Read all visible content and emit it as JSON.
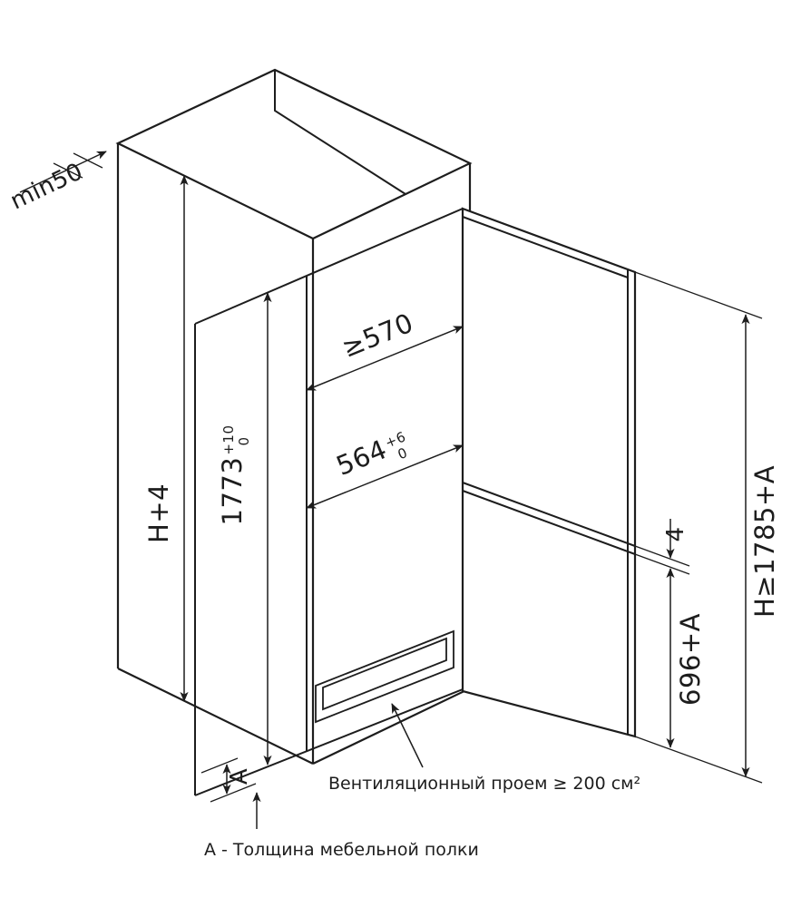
{
  "colors": {
    "line": "#1d1d1d",
    "background": "#ffffff"
  },
  "labels": {
    "min_gap": "min50",
    "niche_width": "≥570",
    "recess_width": {
      "value": "564",
      "sup": "+6",
      "sub": "0"
    },
    "niche_height": {
      "value": "1773",
      "sup": "+10",
      "sub": "0"
    },
    "outer_height": "H+4",
    "door_gap": "4",
    "lower_section_height": "696+A",
    "total_height": "H≥1785+A",
    "shelf_thickness": "A",
    "vent_note": "Вентиляционный проем ≥ 200 см²",
    "legend": "А - Толщина мебельной полки"
  }
}
